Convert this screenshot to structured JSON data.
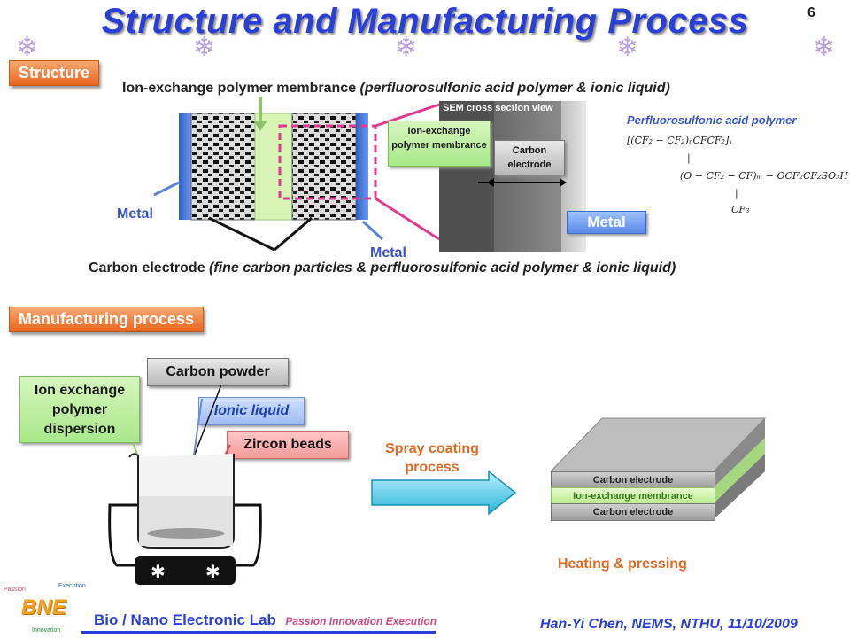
{
  "header": {
    "title": "Structure and Manufacturing Process",
    "slide_number": "6"
  },
  "structure": {
    "section_label": "Structure",
    "membrane_caption": "Ion-exchange polymer membrance",
    "membrane_caption_detail": "(perfluorosulfonic acid polymer & ionic liquid)",
    "metal_left": "Metal",
    "metal_bottom": "Metal",
    "carbon_caption": "Carbon electrode",
    "carbon_caption_detail": "(fine carbon particles & perfluorosulfonic acid polymer & ionic liquid)",
    "sem": {
      "title": "SEM cross section view",
      "membrane_label": "Ion-exchange polymer membrance",
      "electrode_label": "Carbon electrode",
      "metal_label": "Metal"
    },
    "polymer": {
      "title": "Perfluorosulfonic acid polymer",
      "line1": "[(CF₂ − CF₂)ₙCFCF₂]ₓ",
      "line2": "|",
      "line3": "(O − CF₂ − CF)ₘ − OCF₂CF₂SO₃H",
      "line4": "|",
      "line5": "CF₃"
    }
  },
  "manufacturing": {
    "section_label": "Manufacturing process",
    "carbon_powder": "Carbon powder",
    "dispersion": "Ion exchange polymer dispersion",
    "ionic_liquid": "Ionic liquid",
    "zircon_beads": "Zircon beads",
    "spray_coating": "Spray coating process",
    "layers": {
      "top": "Carbon electrode",
      "middle": "Ion-exchange membrance",
      "bottom": "Carbon electrode"
    },
    "heating": "Heating & pressing"
  },
  "footer": {
    "lab_name_prefix": "Bio / Nano Electronic Lab",
    "lab_tagline": "Passion Innovation Execution",
    "author": "Han-Yi Chen, NEMS, NTHU, 11/10/2009",
    "logo": {
      "text": "BNE",
      "passion": "Passion",
      "execution": "Execution",
      "innovation": "Innovation"
    }
  }
}
